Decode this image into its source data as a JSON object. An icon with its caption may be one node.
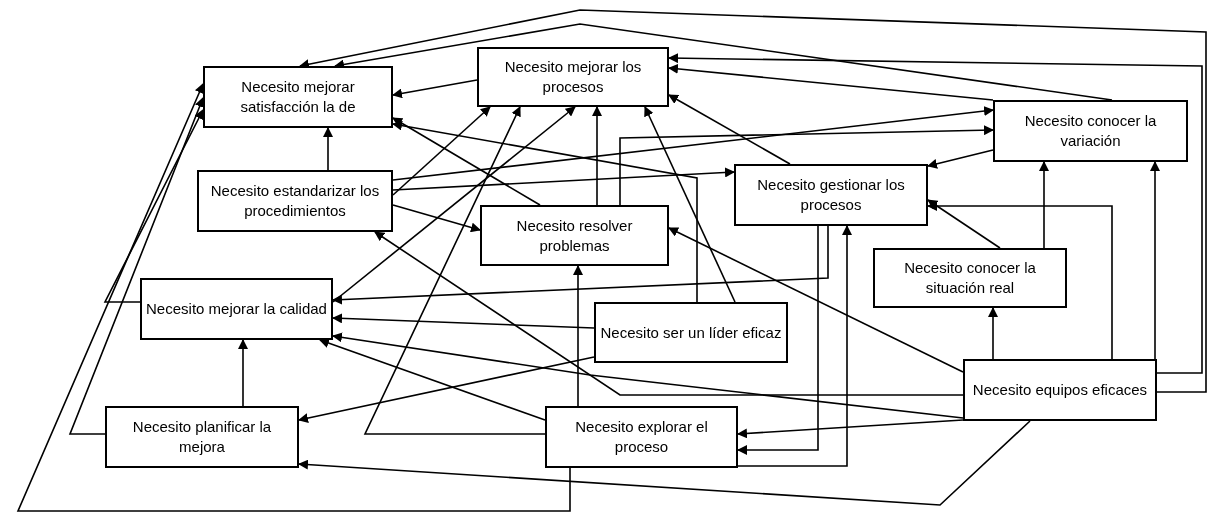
{
  "diagram": {
    "nodes": [
      {
        "text": [
          "Necesito mejorar satisfacción la de"
        ]
      },
      {
        "text": [
          "Necesito mejorar los procesos"
        ]
      },
      {
        "text": [
          "Necesito conocer la variación"
        ]
      },
      {
        "text": [
          "Necesito estandarizar los procedimientos"
        ]
      },
      {
        "text": [
          "Necesito gestionar los procesos"
        ]
      },
      {
        "text": [
          "Necesito resolver problemas"
        ]
      },
      {
        "text": [
          "Necesito conocer la situación real"
        ]
      },
      {
        "text": [
          "Necesito mejorar la calidad"
        ]
      },
      {
        "text": [
          "Necesito ser un líder eficaz"
        ]
      },
      {
        "text": [
          "Necesito equipos eficaces"
        ]
      },
      {
        "text": [
          "Necesito planificar la mejora"
        ]
      },
      {
        "text": [
          "Necesito explorar el proceso"
        ]
      }
    ],
    "edges": [
      {
        "from": 3,
        "to": 0,
        "arrow": "to"
      },
      {
        "from": 1,
        "to": 0,
        "arrow": "to"
      },
      {
        "from": 2,
        "to": 1,
        "arrow": "to"
      },
      {
        "from": 9,
        "to": 1,
        "arrow": "to"
      },
      {
        "from": 2,
        "to": 0,
        "arrow": "to"
      },
      {
        "from": 9,
        "to": 0,
        "arrow": "to"
      },
      {
        "from": 4,
        "to": 1,
        "arrow": "to"
      },
      {
        "from": 2,
        "to": 4,
        "arrow": "to"
      },
      {
        "from": 3,
        "to": 2,
        "arrow": "to"
      },
      {
        "from": 5,
        "to": 2,
        "arrow": "to"
      },
      {
        "from": 3,
        "to": 4,
        "arrow": "to"
      },
      {
        "from": 3,
        "to": 5,
        "arrow": "to"
      },
      {
        "from": 3,
        "to": 1,
        "arrow": "to"
      },
      {
        "from": 5,
        "to": 1,
        "arrow": "to"
      },
      {
        "from": 5,
        "to": 0,
        "arrow": "to"
      },
      {
        "from": 8,
        "to": 0,
        "arrow": "to"
      },
      {
        "from": 8,
        "to": 1,
        "arrow": "to"
      },
      {
        "from": 7,
        "to": 1,
        "arrow": "to"
      },
      {
        "from": 11,
        "to": 1,
        "arrow": "to"
      },
      {
        "from": 10,
        "to": 0,
        "arrow": "to"
      },
      {
        "from": 7,
        "to": 0,
        "arrow": "to"
      },
      {
        "from": 11,
        "to": 0,
        "arrow": "to"
      },
      {
        "from": 6,
        "to": 4,
        "arrow": "to"
      },
      {
        "from": 6,
        "to": 2,
        "arrow": "to"
      },
      {
        "from": 9,
        "to": 2,
        "arrow": "to"
      },
      {
        "from": 9,
        "to": 4,
        "arrow": "to"
      },
      {
        "from": 9,
        "to": 6,
        "arrow": "to"
      },
      {
        "from": 9,
        "to": 5,
        "arrow": "to"
      },
      {
        "from": 9,
        "to": 11,
        "arrow": "to"
      },
      {
        "from": 4,
        "to": 11,
        "arrow": "to"
      },
      {
        "from": 11,
        "to": 4,
        "arrow": "to"
      },
      {
        "from": 4,
        "to": 7,
        "arrow": "to"
      },
      {
        "from": 8,
        "to": 7,
        "arrow": "to"
      },
      {
        "from": 9,
        "to": 3,
        "arrow": "to"
      },
      {
        "from": 9,
        "to": 7,
        "arrow": "to"
      },
      {
        "from": 11,
        "to": 7,
        "arrow": "to"
      },
      {
        "from": 8,
        "to": 10,
        "arrow": "to"
      },
      {
        "from": 10,
        "to": 7,
        "arrow": "to"
      },
      {
        "from": 9,
        "to": 10,
        "arrow": "to"
      },
      {
        "from": 11,
        "to": 5,
        "arrow": "to"
      }
    ]
  }
}
